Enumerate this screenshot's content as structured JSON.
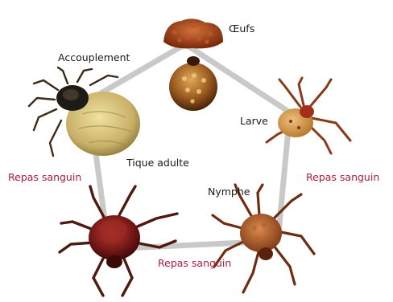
{
  "stages": {
    "eggs": "Œufs",
    "larva": "Larve",
    "nymph": "Nymphe",
    "adult": "Tique adulte",
    "mating": "Accouplement"
  },
  "blood_meals": {
    "left": "Repas sanguin",
    "right": "Repas sanguin",
    "bottom": "Repas sanguin"
  },
  "colors": {
    "cycle_line": "#c8c8c8",
    "label_dark": "#1a1a1a",
    "label_red": "#b01e3a"
  },
  "icons": [
    "tick-eggs-icon",
    "tick-larva-icon",
    "tick-nymph-icon",
    "tick-adult-icon",
    "tick-mating-pair-icon"
  ]
}
